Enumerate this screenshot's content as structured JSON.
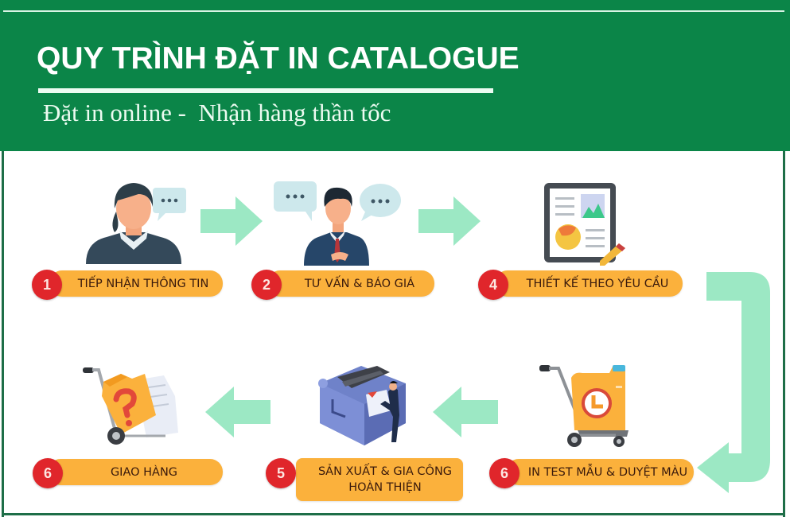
{
  "header": {
    "title": "QUY TRÌNH ĐẶT IN CATALOGUE",
    "subtitle": "Đặt in online -  Nhận hàng thần tốc"
  },
  "colors": {
    "header_green": "#0b8548",
    "pill_orange": "#fbb13c",
    "number_red": "#e0262b",
    "arrow_mint": "#9ce8c4",
    "border_dark_green": "#1e6e48"
  },
  "steps": [
    {
      "number": "1",
      "label": "TIẾP NHẬN THÔNG TIN",
      "icon": "receptionist-icon"
    },
    {
      "number": "2",
      "label": "TƯ VẤN & BÁO GIÁ",
      "icon": "consultant-icon"
    },
    {
      "number": "4",
      "label": "THIẾT KẾ THEO YÊU CẦU",
      "icon": "design-document-icon"
    },
    {
      "number": "6",
      "label": "IN TEST MẪU & DUYỆT MÀU",
      "icon": "test-print-cart-icon"
    },
    {
      "number": "5",
      "label_line1": "SẢN XUẤT & GIA CÔNG",
      "label_line2": "HOÀN THIỆN",
      "icon": "printing-machine-icon"
    },
    {
      "number": "6",
      "label": "GIAO HÀNG",
      "icon": "delivery-cart-icon"
    }
  ],
  "arrows": [
    {
      "from": "1",
      "to": "2",
      "direction": "right"
    },
    {
      "from": "2",
      "to": "4",
      "direction": "right"
    },
    {
      "from": "4",
      "to": "6-test",
      "direction": "down-left"
    },
    {
      "from": "6-test",
      "to": "5",
      "direction": "left"
    },
    {
      "from": "5",
      "to": "6-delivery",
      "direction": "left"
    }
  ]
}
